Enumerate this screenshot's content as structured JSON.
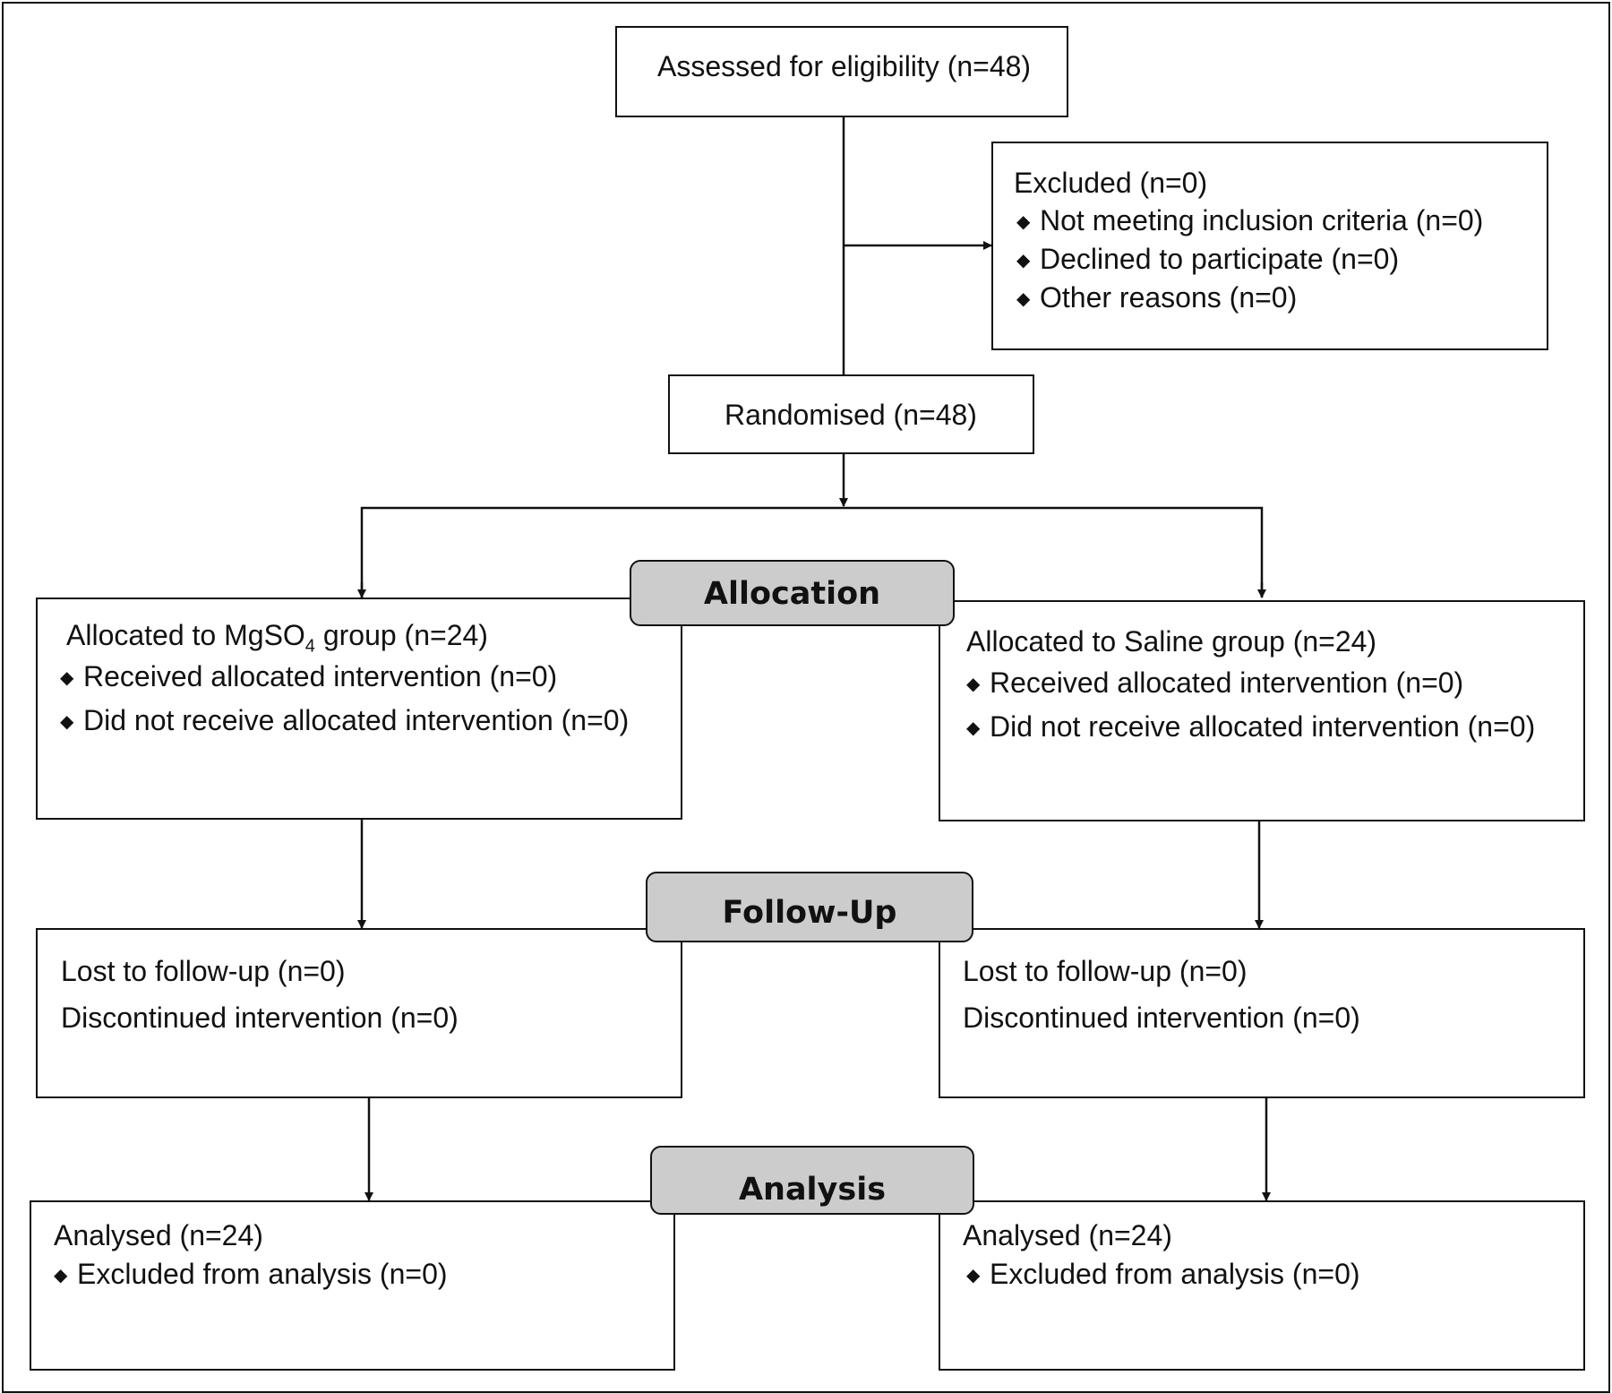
{
  "enrollment": {
    "assessed": "Assessed for eligibility (n=48)",
    "excluded": {
      "title": "Excluded (n=0)",
      "items": [
        "Not meeting inclusion criteria (n=0)",
        "Declined to participate (n=0)",
        "Other reasons (n=0)"
      ]
    },
    "randomised": "Randomised (n=48)"
  },
  "stages": {
    "allocation": "Allocation",
    "follow_up": "Follow-Up",
    "analysis": "Analysis"
  },
  "left_arm": {
    "allocation": {
      "title_prefix": "Allocated to MgSO",
      "title_subscript": "4",
      "title_suffix": " group (n=24)",
      "items": [
        "Received allocated intervention (n=0)",
        "Did not receive allocated intervention (n=0)"
      ]
    },
    "follow_up": {
      "lines": [
        "Lost to follow-up (n=0)",
        "Discontinued intervention (n=0)"
      ]
    },
    "analysis": {
      "title": "Analysed (n=24)",
      "items": [
        "Excluded from analysis (n=0)"
      ]
    }
  },
  "right_arm": {
    "allocation": {
      "title": "Allocated to Saline group (n=24)",
      "items": [
        "Received allocated intervention (n=0)",
        "Did not receive allocated intervention (n=0)"
      ]
    },
    "follow_up": {
      "lines": [
        "Lost to follow-up (n=0)",
        "Discontinued intervention (n=0)"
      ]
    },
    "analysis": {
      "title": "Analysed (n=24)",
      "items": [
        "Excluded from analysis (n=0)"
      ]
    }
  }
}
